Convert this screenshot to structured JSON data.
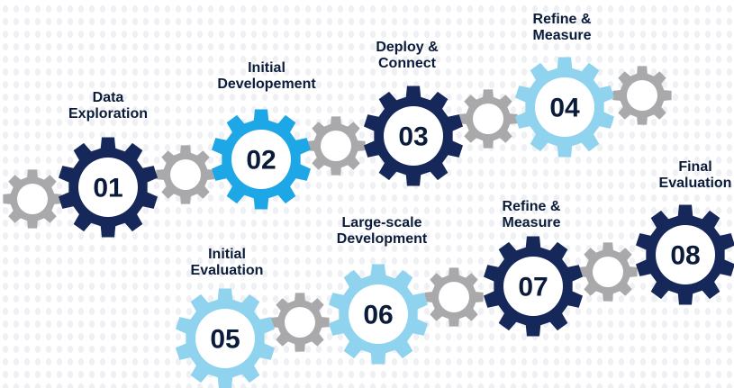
{
  "colors": {
    "dark": "#16285a",
    "mid": "#1ea7e6",
    "light": "#8fd3ef",
    "gray": "#a9a9ab",
    "text": "#0b1b3a",
    "dots": "#eef0f4"
  },
  "steps": [
    {
      "number": "01",
      "label": "Data\nExploration"
    },
    {
      "number": "02",
      "label": "Initial\nDevelopement"
    },
    {
      "number": "03",
      "label": "Deploy &\nConnect"
    },
    {
      "number": "04",
      "label": "Refine &\nMeasure"
    },
    {
      "number": "05",
      "label": "Initial\nEvaluation"
    },
    {
      "number": "06",
      "label": "Large-scale\nDevelopment"
    },
    {
      "number": "07",
      "label": "Refine &\nMeasure"
    },
    {
      "number": "08",
      "label": "Final\nEvaluation"
    }
  ]
}
